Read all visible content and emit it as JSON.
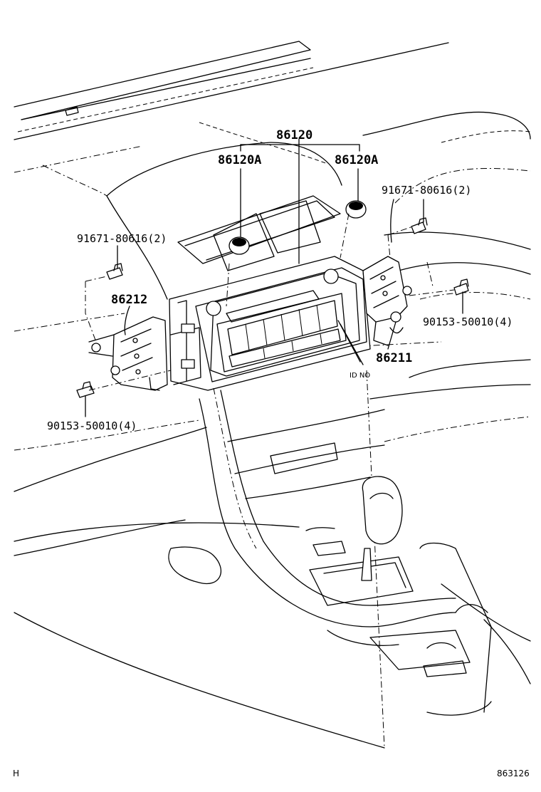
{
  "diagram": {
    "labels": {
      "assy": "86120",
      "knob_left": "86120A",
      "knob_right": "86120A",
      "screw_right_top": "91671-80616(2)",
      "screw_left_top": "91671-80616(2)",
      "bracket_left": "86212",
      "bracket_right": "86211",
      "bolt_right": "90153-50010(4)",
      "bolt_left": "90153-50010(4)",
      "id_no": "ID NO"
    },
    "footer": {
      "left_code": "H",
      "right_code": "863126"
    }
  }
}
